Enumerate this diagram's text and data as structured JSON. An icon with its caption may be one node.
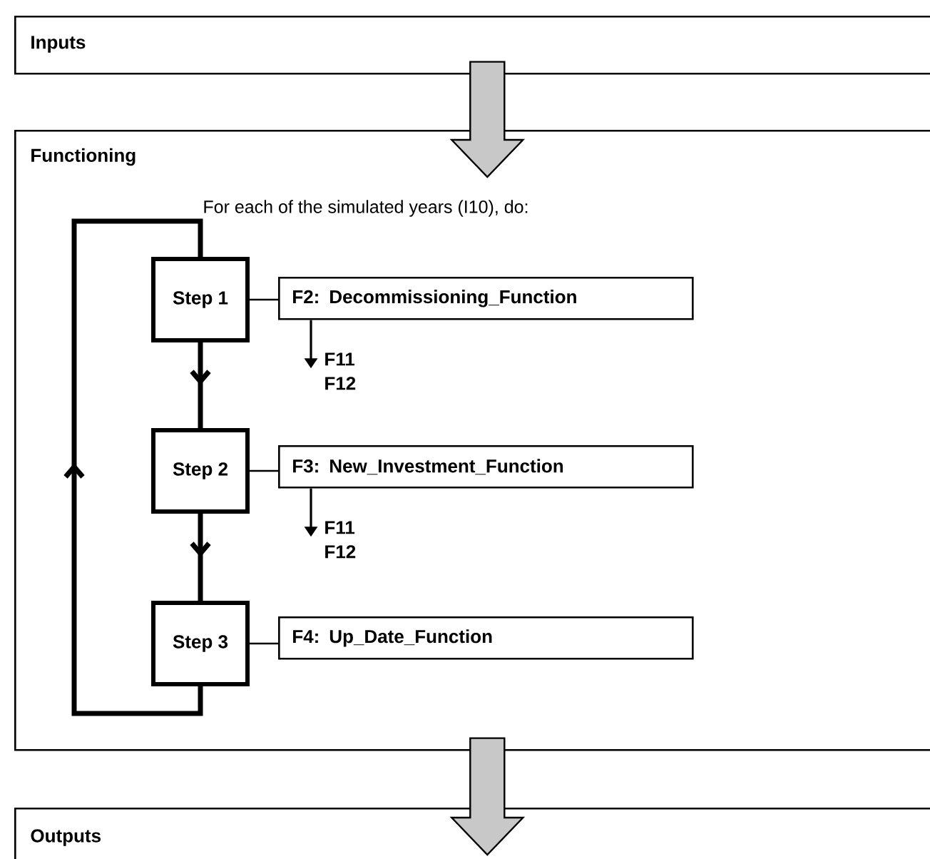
{
  "diagram": {
    "nodes": [
      {
        "text": [
          "Inputs"
        ]
      },
      {
        "text": [
          "Functioning",
          "For each of the simulated years (I10), do:"
        ]
      },
      {
        "text": [
          "Outputs"
        ]
      },
      {
        "text": [
          "Step 1"
        ],
        "in": 1
      },
      {
        "text": [
          "F2: Decommissioning_Function"
        ],
        "in": 1
      },
      {
        "text": [
          "F11 F12"
        ],
        "in": 1
      },
      {
        "text": [
          "Step 2"
        ],
        "in": 1
      },
      {
        "text": [
          "F3: New_Investment_Function"
        ],
        "in": 1
      },
      {
        "text": [
          "F11 F12"
        ],
        "in": 1
      },
      {
        "text": [
          "Step 3"
        ],
        "in": 1
      },
      {
        "text": [
          "F4: Up_Date_Function"
        ],
        "in": 1
      }
    ],
    "edges": [
      {
        "from": 0,
        "to": 1,
        "arrow": "to",
        "style": "thick",
        "color": "#c8c8c8"
      },
      {
        "from": 3,
        "to": 4,
        "arrow": "none"
      },
      {
        "from": 4,
        "to": 5,
        "arrow": "to"
      },
      {
        "from": 3,
        "to": 6,
        "arrow": "to",
        "style": "thick"
      },
      {
        "from": 6,
        "to": 7,
        "arrow": "none"
      },
      {
        "from": 7,
        "to": 8,
        "arrow": "to"
      },
      {
        "from": 6,
        "to": 9,
        "arrow": "to",
        "style": "thick"
      },
      {
        "from": 9,
        "to": 10,
        "arrow": "none"
      },
      {
        "from": 9,
        "to": 3,
        "arrow": "to",
        "style": "thick"
      },
      {
        "from": 1,
        "to": 2,
        "arrow": "to",
        "style": "thick",
        "color": "#c8c8c8"
      }
    ]
  }
}
